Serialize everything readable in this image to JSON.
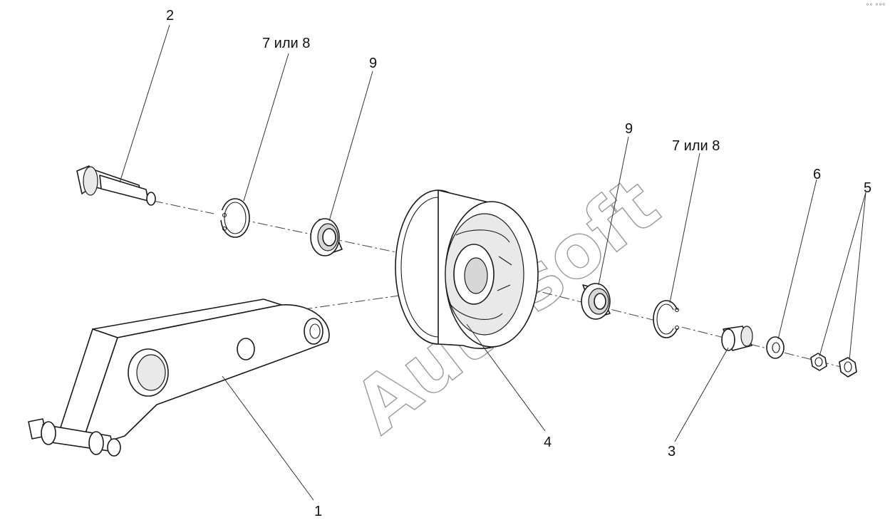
{
  "watermark": "Autosoft",
  "corner_mark": "°° °°°",
  "callouts": [
    {
      "id": "1",
      "label": "1"
    },
    {
      "id": "2",
      "label": "2"
    },
    {
      "id": "3",
      "label": "3"
    },
    {
      "id": "4",
      "label": "4"
    },
    {
      "id": "5",
      "label": "5"
    },
    {
      "id": "6",
      "label": "6"
    },
    {
      "id": "7a",
      "label": "7 или 8"
    },
    {
      "id": "7b",
      "label": "7 или 8"
    },
    {
      "id": "9a",
      "label": "9"
    },
    {
      "id": "9b",
      "label": "9"
    }
  ]
}
